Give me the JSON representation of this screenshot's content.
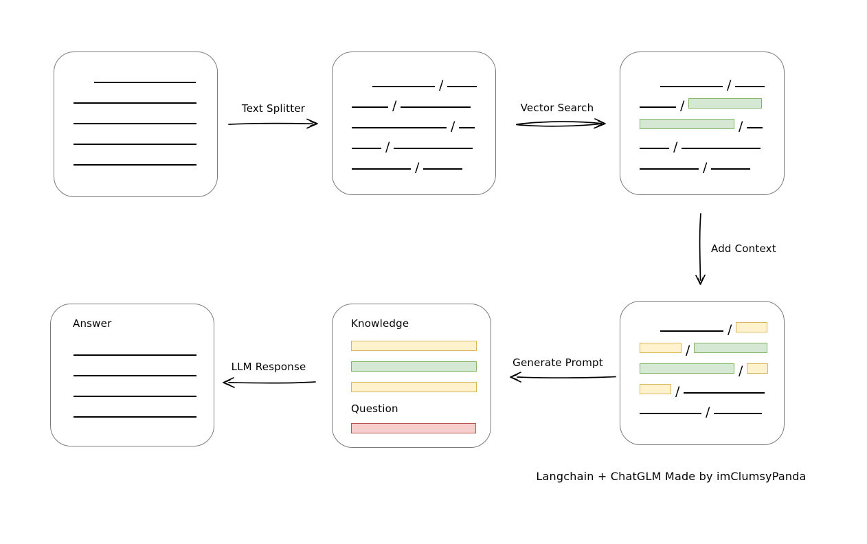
{
  "caption": "Langchain + ChatGLM Made by imClumsyPanda",
  "labels": {
    "text_splitter": "Text Splitter",
    "vector_search": "Vector Search",
    "add_context": "Add Context",
    "generate_prompt": "Generate Prompt",
    "llm_response": "LLM Response"
  },
  "colors": {
    "green_fill": "#d5e8d4",
    "green_border": "#82b366",
    "yellow_fill": "#fff2cc",
    "yellow_border": "#d6b656",
    "red_fill": "#f8cecc",
    "red_border": "#b85450",
    "box_border": "#7b7b7b",
    "stroke": "#000000"
  },
  "nodes": {
    "document": {
      "rows": [
        {
          "indent": 30,
          "segments": [
            {
              "kind": "line",
              "w": 148
            }
          ]
        },
        {
          "indent": 0,
          "segments": [
            {
              "kind": "line",
              "w": 179
            }
          ]
        },
        {
          "indent": 0,
          "segments": [
            {
              "kind": "line",
              "w": 179
            }
          ]
        },
        {
          "indent": 0,
          "segments": [
            {
              "kind": "line",
              "w": 179
            }
          ]
        },
        {
          "indent": 0,
          "segments": [
            {
              "kind": "line",
              "w": 179
            }
          ]
        }
      ]
    },
    "chunks": {
      "rows": [
        {
          "indent": 30,
          "segments": [
            {
              "kind": "line",
              "w": 91
            },
            {
              "kind": "line",
              "w": 43
            }
          ]
        },
        {
          "indent": 0,
          "segments": [
            {
              "kind": "line",
              "w": 53
            },
            {
              "kind": "line",
              "w": 102
            }
          ]
        },
        {
          "indent": 0,
          "segments": [
            {
              "kind": "line",
              "w": 138
            },
            {
              "kind": "line",
              "w": 23
            }
          ]
        },
        {
          "indent": 0,
          "segments": [
            {
              "kind": "line",
              "w": 43
            },
            {
              "kind": "line",
              "w": 115
            }
          ]
        },
        {
          "indent": 0,
          "segments": [
            {
              "kind": "line",
              "w": 86
            },
            {
              "kind": "line",
              "w": 57
            }
          ]
        }
      ]
    },
    "vector": {
      "rows": [
        {
          "indent": 30,
          "segments": [
            {
              "kind": "line",
              "w": 91
            },
            {
              "kind": "line",
              "w": 43
            }
          ]
        },
        {
          "indent": 0,
          "segments": [
            {
              "kind": "line",
              "w": 53
            },
            {
              "kind": "green",
              "w": 107
            }
          ]
        },
        {
          "indent": 0,
          "segments": [
            {
              "kind": "green",
              "w": 138
            },
            {
              "kind": "line",
              "w": 23
            }
          ]
        },
        {
          "indent": 0,
          "segments": [
            {
              "kind": "line",
              "w": 43
            },
            {
              "kind": "line",
              "w": 115
            }
          ]
        },
        {
          "indent": 0,
          "segments": [
            {
              "kind": "line",
              "w": 86
            },
            {
              "kind": "line",
              "w": 57
            }
          ]
        }
      ]
    },
    "context": {
      "rows": [
        {
          "indent": 30,
          "segments": [
            {
              "kind": "line",
              "w": 92
            },
            {
              "kind": "yellow",
              "w": 46
            }
          ]
        },
        {
          "indent": 0,
          "segments": [
            {
              "kind": "yellow",
              "w": 61
            },
            {
              "kind": "green",
              "w": 107
            }
          ]
        },
        {
          "indent": 0,
          "segments": [
            {
              "kind": "green",
              "w": 138
            },
            {
              "kind": "yellow",
              "w": 31
            }
          ]
        },
        {
          "indent": 0,
          "segments": [
            {
              "kind": "yellow",
              "w": 46
            },
            {
              "kind": "line",
              "w": 118
            }
          ]
        },
        {
          "indent": 0,
          "segments": [
            {
              "kind": "line",
              "w": 90
            },
            {
              "kind": "line",
              "w": 70
            }
          ]
        }
      ]
    },
    "prompt": {
      "knowledge_label": "Knowledge",
      "question_label": "Question",
      "knowledge_bars": [
        {
          "kind": "yellow",
          "w": 183
        },
        {
          "kind": "green",
          "w": 183
        },
        {
          "kind": "yellow",
          "w": 183
        }
      ],
      "question_bars": [
        {
          "kind": "red",
          "w": 182
        }
      ]
    },
    "answer": {
      "title": "Answer",
      "rows": [
        {
          "indent": 0,
          "segments": [
            {
              "kind": "line",
              "w": 179
            }
          ]
        },
        {
          "indent": 0,
          "segments": [
            {
              "kind": "line",
              "w": 179
            }
          ]
        },
        {
          "indent": 0,
          "segments": [
            {
              "kind": "line",
              "w": 179
            }
          ]
        },
        {
          "indent": 0,
          "segments": [
            {
              "kind": "line",
              "w": 179
            }
          ]
        }
      ]
    }
  }
}
